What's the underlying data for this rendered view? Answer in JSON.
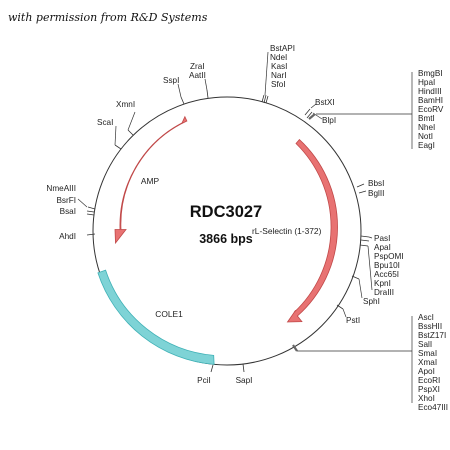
{
  "credit": "with permission from R&D Systems",
  "plasmid": {
    "name": "RDC3027",
    "size": "3866 bps",
    "colors": {
      "backbone": "#333333",
      "arrow": "#e87272",
      "arrow_edge": "#c04848",
      "cole1": "#7ed3d6",
      "cole1_edge": "#3fb1b6"
    }
  },
  "features": [
    {
      "label": "AMP",
      "type": "arrow"
    },
    {
      "label": "rL-Selectin (1-372)",
      "type": "arrow"
    },
    {
      "label": "COLE1",
      "type": "bar"
    }
  ],
  "sites": {
    "top_group": [
      "BstAPI",
      "NdeI",
      "KasI",
      "NarI",
      "SfoI"
    ],
    "top_left": [
      "ZraI",
      "AatII"
    ],
    "sspI": "SspI",
    "xmnI": "XmnI",
    "scaI": "ScaI",
    "left_group": [
      "NmeAIII",
      "BsrFI",
      "BsaI"
    ],
    "ahdI": "AhdI",
    "bstXI": "BstXI",
    "blpI": "BlpI",
    "mcs1": [
      "BmgBI",
      "HpaI",
      "HindIII",
      "BamHI",
      "EcoRV",
      "BmtI",
      "NheI",
      "NotI",
      "EagI"
    ],
    "bbsI": "BbsI",
    "bglII": "BglII",
    "right_group": [
      "PasI",
      "ApaI",
      "PspOMI",
      "Bpu10I",
      "Acc65I",
      "KpnI",
      "DraIII"
    ],
    "sphI": "SphI",
    "pstI": "PstI",
    "mcs2": [
      "AscI",
      "BssHII",
      "BstZ17I",
      "SalI",
      "SmaI",
      "XmaI",
      "ApoI",
      "EcoRI",
      "PspXI",
      "XhoI",
      "Eco47III"
    ],
    "sapI": "SapI",
    "pciI": "PciI"
  }
}
